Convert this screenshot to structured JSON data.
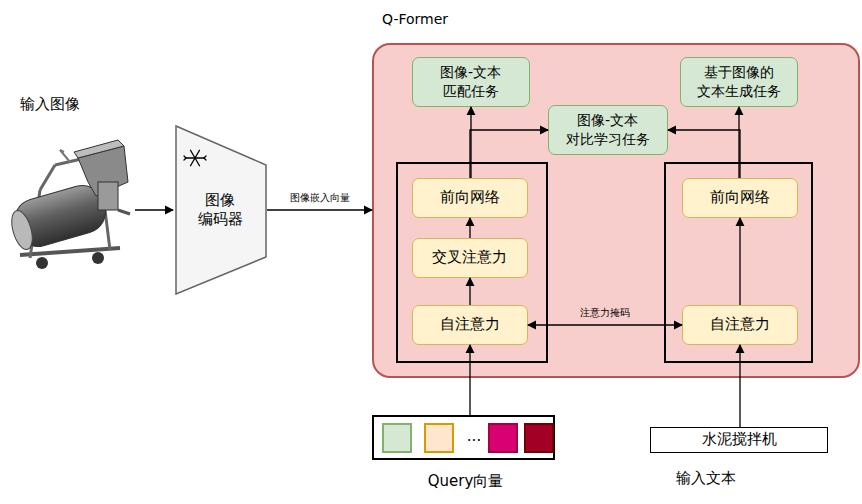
{
  "diagram": {
    "nodes": [
      {
        "text": [
          "图像 编码器"
        ]
      },
      {
        "text": [
          "Q-Former"
        ]
      },
      {
        "text": [
          "图像-文本 匹配任务"
        ],
        "in": 1
      },
      {
        "text": [
          "基于图像的 文本生成任务"
        ],
        "in": 1
      },
      {
        "text": [
          "图像-文本 对比学习任务"
        ],
        "in": 1
      },
      {
        "text": [
          "前向网络"
        ],
        "in": 1
      },
      {
        "text": [
          "交叉注意力"
        ],
        "in": 1
      },
      {
        "text": [
          "自注意力"
        ],
        "in": 1
      },
      {
        "text": [
          "前向网络"
        ],
        "in": 1
      },
      {
        "text": [
          "自注意力"
        ],
        "in": 1
      },
      {
        "text": [
          "...",
          "Query向量"
        ]
      },
      {
        "text": [
          "水泥搅拌机",
          "输入文本"
        ]
      }
    ],
    "edges": [
      {
        "from": 0,
        "to": 1,
        "arrow": "to",
        "label": "图像嵌入向量"
      },
      {
        "from": 10,
        "to": 7,
        "arrow": "to"
      },
      {
        "from": 7,
        "to": 6,
        "arrow": "to"
      },
      {
        "from": 6,
        "to": 5,
        "arrow": "to"
      },
      {
        "from": 5,
        "to": 2,
        "arrow": "to"
      },
      {
        "from": 5,
        "to": 4,
        "arrow": "to"
      },
      {
        "from": 11,
        "to": 9,
        "arrow": "to"
      },
      {
        "from": 9,
        "to": 8,
        "arrow": "to"
      },
      {
        "from": 8,
        "to": 3,
        "arrow": "to"
      },
      {
        "from": 8,
        "to": 4,
        "arrow": "to"
      },
      {
        "from": 7,
        "to": 9,
        "arrow": "both",
        "label": "注意力掩码"
      }
    ],
    "labels": [
      "输入图像"
    ]
  }
}
